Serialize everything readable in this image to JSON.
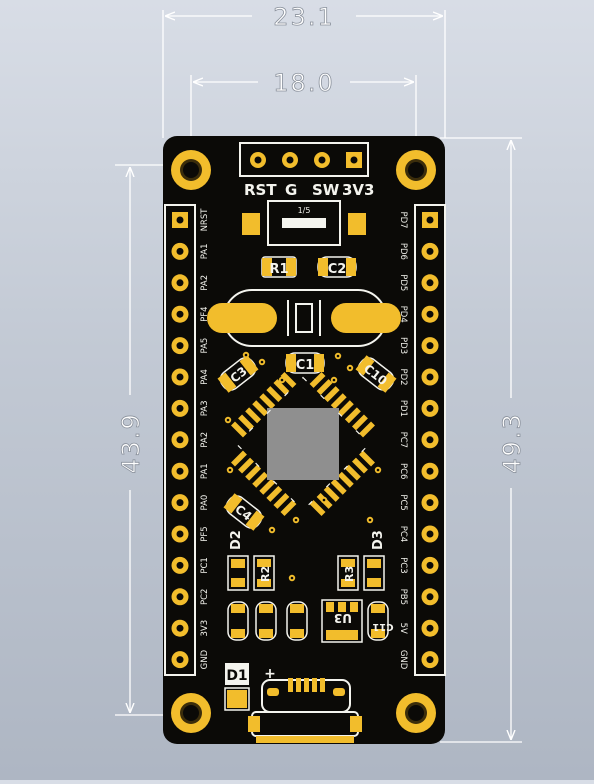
{
  "dimensions": {
    "top_width": "23.1",
    "inner_width": "18.0",
    "left_height": "43.9",
    "right_height": "49.3"
  },
  "header": {
    "labels": [
      "RST",
      "G",
      "SW",
      "3V3"
    ],
    "switch_label": "1/5"
  },
  "left_pins": [
    "NRST",
    "PA1",
    "PA2",
    "PF4",
    "PA5",
    "PA4",
    "PA3",
    "PA2",
    "PA1",
    "PA0",
    "PF5",
    "PC1",
    "PC2",
    "3V3",
    "GND"
  ],
  "right_pins": [
    "PD7",
    "PD6",
    "PD5",
    "PD4",
    "PD3",
    "PD2",
    "PD1",
    "PC7",
    "PC6",
    "PC5",
    "PC4",
    "PC3",
    "PB5",
    "5V",
    "GND"
  ],
  "components": {
    "r1": "R1",
    "c2": "C2",
    "c1": "C1",
    "c3": "C3",
    "c10": "C10",
    "c4": "C4",
    "d2": "D2",
    "d3": "D3",
    "r2": "R2",
    "r3": "R3",
    "u3": "U3",
    "c11": "C11",
    "d1": "D1",
    "plus": "+"
  },
  "colors": {
    "board": "#0b0a07",
    "gold": "#f2bd2c",
    "silk": "#f4f4ee",
    "chip": "#8f8f8f",
    "dim_line": "#ffffff",
    "dim_text": "#ffffff"
  }
}
